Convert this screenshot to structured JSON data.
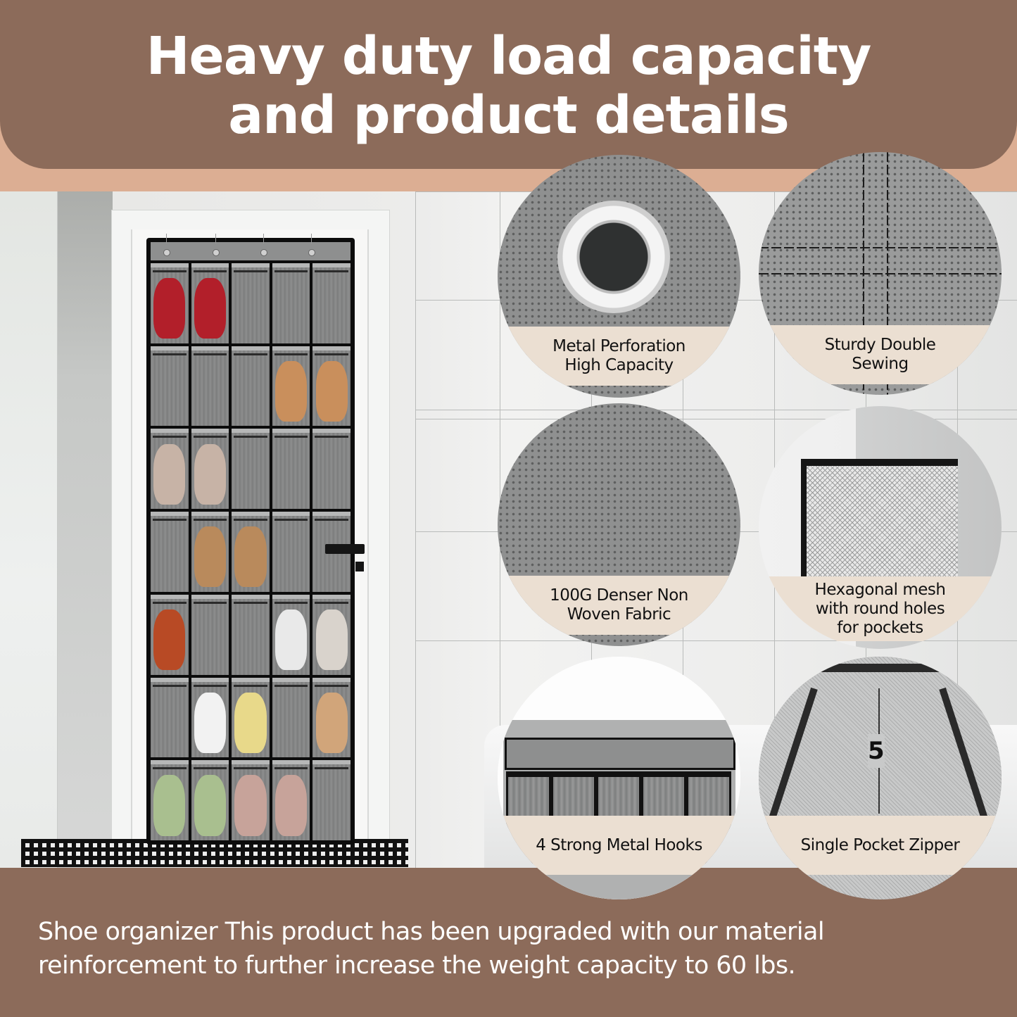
{
  "header": {
    "title_line1": "Heavy duty load capacity",
    "title_line2": "and product details"
  },
  "features": [
    {
      "id": "metal-perforation",
      "line1": "Metal Perforation",
      "line2": "High Capacity"
    },
    {
      "id": "double-sewing",
      "line1": "Sturdy Double",
      "line2": "Sewing"
    },
    {
      "id": "non-woven-fabric",
      "line1": "100G Denser Non",
      "line2": "Woven Fabric"
    },
    {
      "id": "hexagonal-mesh",
      "line1": "Hexagonal mesh",
      "line2": "with round holes",
      "line3": "for pockets"
    },
    {
      "id": "metal-hooks",
      "line1": "4 Strong Metal Hooks"
    },
    {
      "id": "pocket-zipper",
      "line1": "Single Pocket Zipper",
      "measure_label": "5"
    }
  ],
  "footer": {
    "line1": "Shoe organizer  This product has been upgraded with our material",
    "line2": "reinforcement to further increase the weight capacity to 60 lbs."
  },
  "organizer": {
    "columns": 5,
    "rows": 7,
    "hooks": 4,
    "pocket_items": [
      [
        "red-heel",
        "red-heel",
        "",
        "",
        ""
      ],
      [
        "",
        "",
        "",
        "cork-flipflop",
        "cork-flipflop"
      ],
      [
        "beige-slipper",
        "beige-slipper",
        "",
        "",
        ""
      ],
      [
        "",
        "cork-sandal",
        "cork-sandal",
        "",
        ""
      ],
      [
        "amber-bottle",
        "",
        "",
        "tube",
        "pump-bottle"
      ],
      [
        "",
        "jar",
        "yellow-jar",
        "",
        "hairbrush"
      ],
      [
        "green-slide",
        "green-slide",
        "pink-slide",
        "pink-slide",
        ""
      ]
    ]
  },
  "colors": {
    "brand_brown": "#8c6b5a",
    "accent_tan": "#dcae93",
    "label_cream": "#ebdfd2",
    "text_white": "#ffffff",
    "label_text": "#111111"
  }
}
